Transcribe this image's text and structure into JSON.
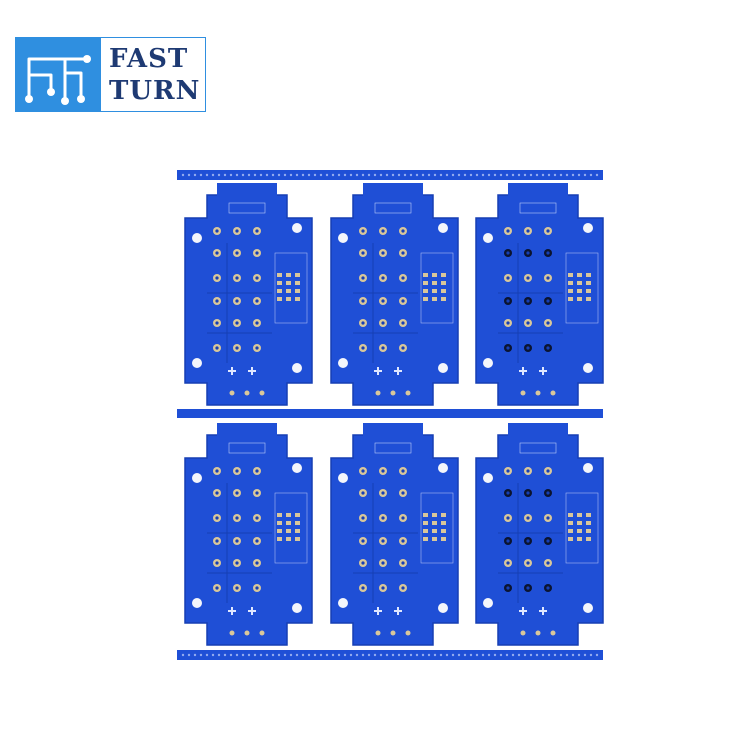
{
  "logo": {
    "line1": "FAST",
    "line2": "TURN",
    "colors": {
      "accent": "#2f8fe0",
      "text": "#1e3a73"
    },
    "icon": "circuit-trace-icon"
  },
  "pcb": {
    "description_free": true,
    "colors": {
      "board": "#1f4fd6",
      "board_dark": "#163fb4",
      "copper": "#d9c79a",
      "silk": "#dfe7ff"
    },
    "layout": {
      "rows": 2,
      "columns": 3
    }
  }
}
